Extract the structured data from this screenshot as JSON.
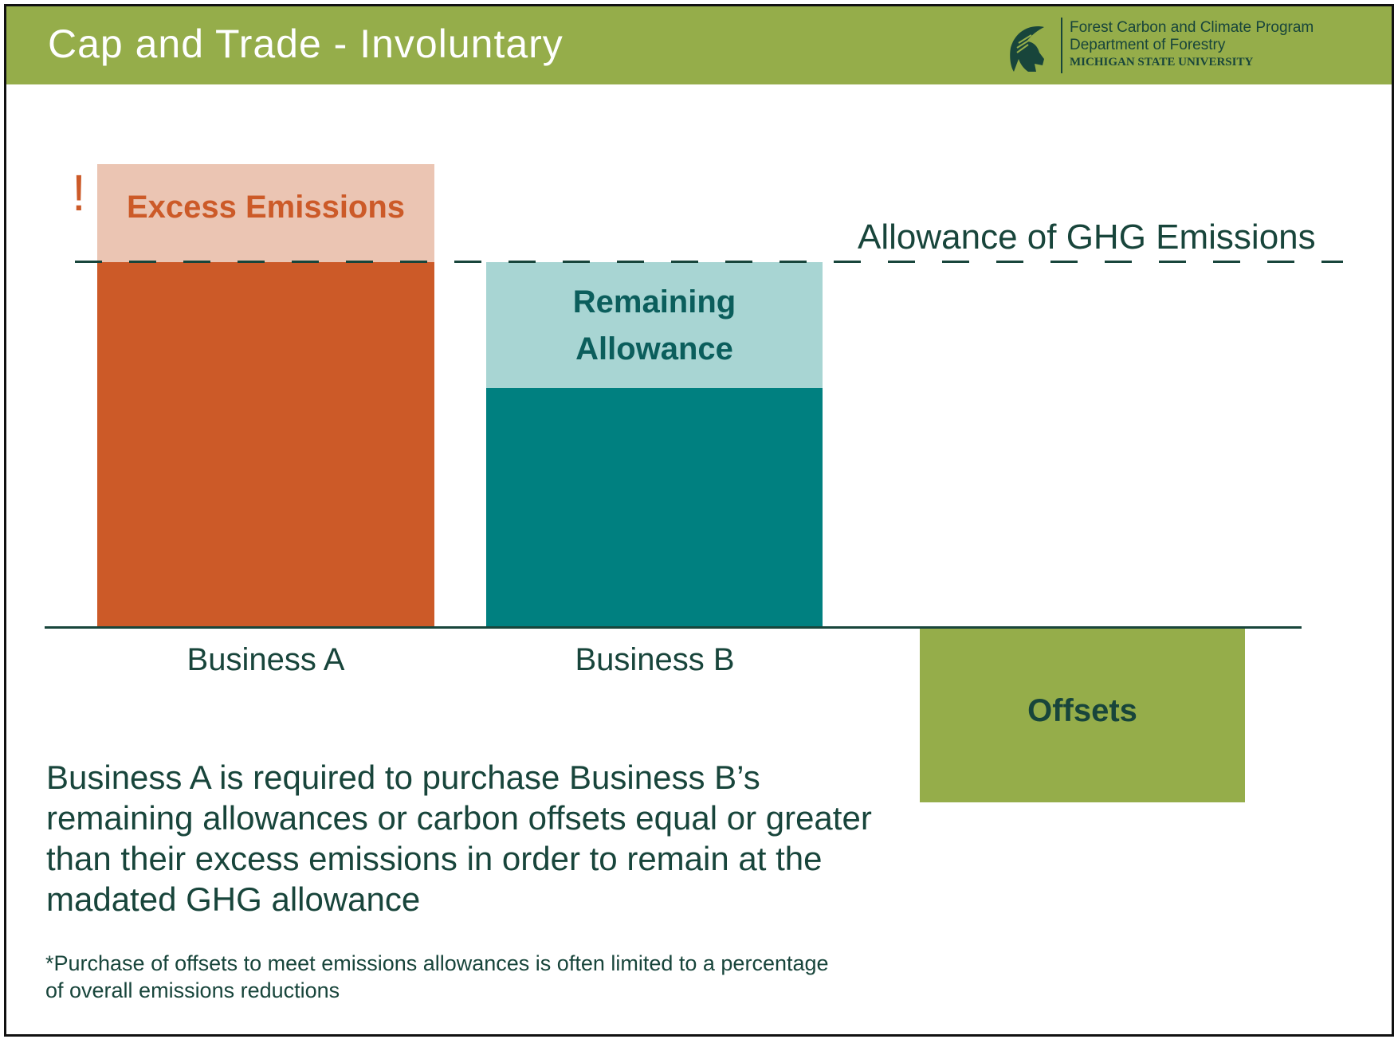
{
  "header": {
    "title": "Cap and Trade - Involuntary",
    "org_line1": "Forest Carbon and Climate Program",
    "org_line2": "Department of Forestry",
    "org_line3": "MICHIGAN STATE UNIVERSITY",
    "logo_icon": "spartan-helmet-icon"
  },
  "diagram": {
    "excess_label": "Excess Emissions",
    "warning_mark": "!",
    "allowance_label": "Allowance of GHG Emissions",
    "remaining_label_line1": "Remaining",
    "remaining_label_line2": "Allowance",
    "business_a": "Business A",
    "business_b": "Business B",
    "offsets_label": "Offsets"
  },
  "text": {
    "paragraph": "Business A is required to purchase Business B’s remaining allowances or carbon offsets equal or greater than their excess emissions in order to remain at the madated GHG allowance",
    "footnote": "*Purchase of offsets to meet emissions allowances is often limited to a percentage of overall emissions reductions"
  },
  "colors": {
    "header_green": "#95ad4a",
    "orange": "#cc5a28",
    "light_orange": "#ebc5b3",
    "teal": "#008080",
    "light_teal": "#a8d5d3",
    "dark_green": "#18453b"
  }
}
